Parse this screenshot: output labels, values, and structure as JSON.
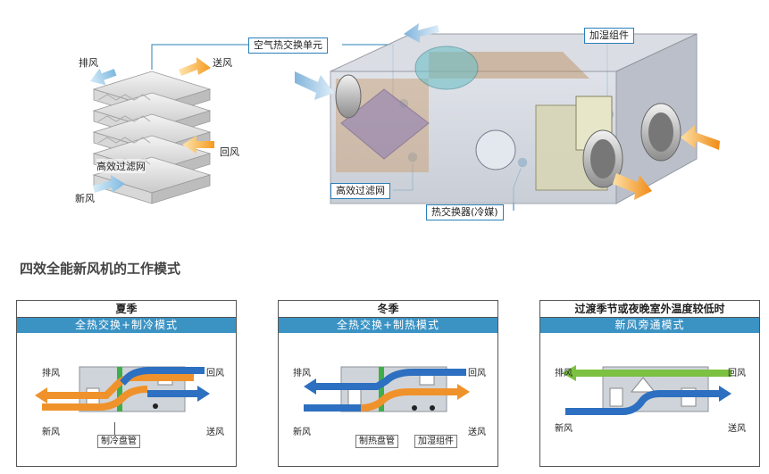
{
  "top": {
    "labels": {
      "exhaust": "排风",
      "supply": "送风",
      "return_air": "回风",
      "fresh_air": "新风",
      "filter_inline": "高效过滤网"
    },
    "callouts": {
      "heat_exchange_unit": "空气热交换单元",
      "humidifier": "加湿组件",
      "filter": "高效过滤网",
      "heat_exchanger_coil": "热交换器(冷媒)"
    }
  },
  "section_title": "四效全能新风机的工作模式",
  "panels": [
    {
      "title": "夏季",
      "subtitle": "全热交换+制冷模式",
      "exhaust": "排风",
      "return_air": "回风",
      "fresh_air": "新风",
      "supply": "送风",
      "tags": [
        "制冷盘管"
      ]
    },
    {
      "title": "冬季",
      "subtitle": "全热交换+制热模式",
      "exhaust": "排风",
      "return_air": "回风",
      "fresh_air": "新风",
      "supply": "送风",
      "tags": [
        "制热盘管",
        "加湿组件"
      ]
    },
    {
      "title": "过渡季节或夜晚室外温度较低时",
      "subtitle": "新风旁通模式",
      "exhaust": "排风",
      "return_air": "回风",
      "fresh_air": "新风",
      "supply": "送风",
      "tags": []
    }
  ],
  "colors": {
    "accent_blue": "#3b93c4",
    "arrow_orange": "#f0922b",
    "arrow_blue": "#2d6fc0",
    "arrow_green": "#7cc142",
    "arrow_light_blue": "#8fc3e6"
  }
}
